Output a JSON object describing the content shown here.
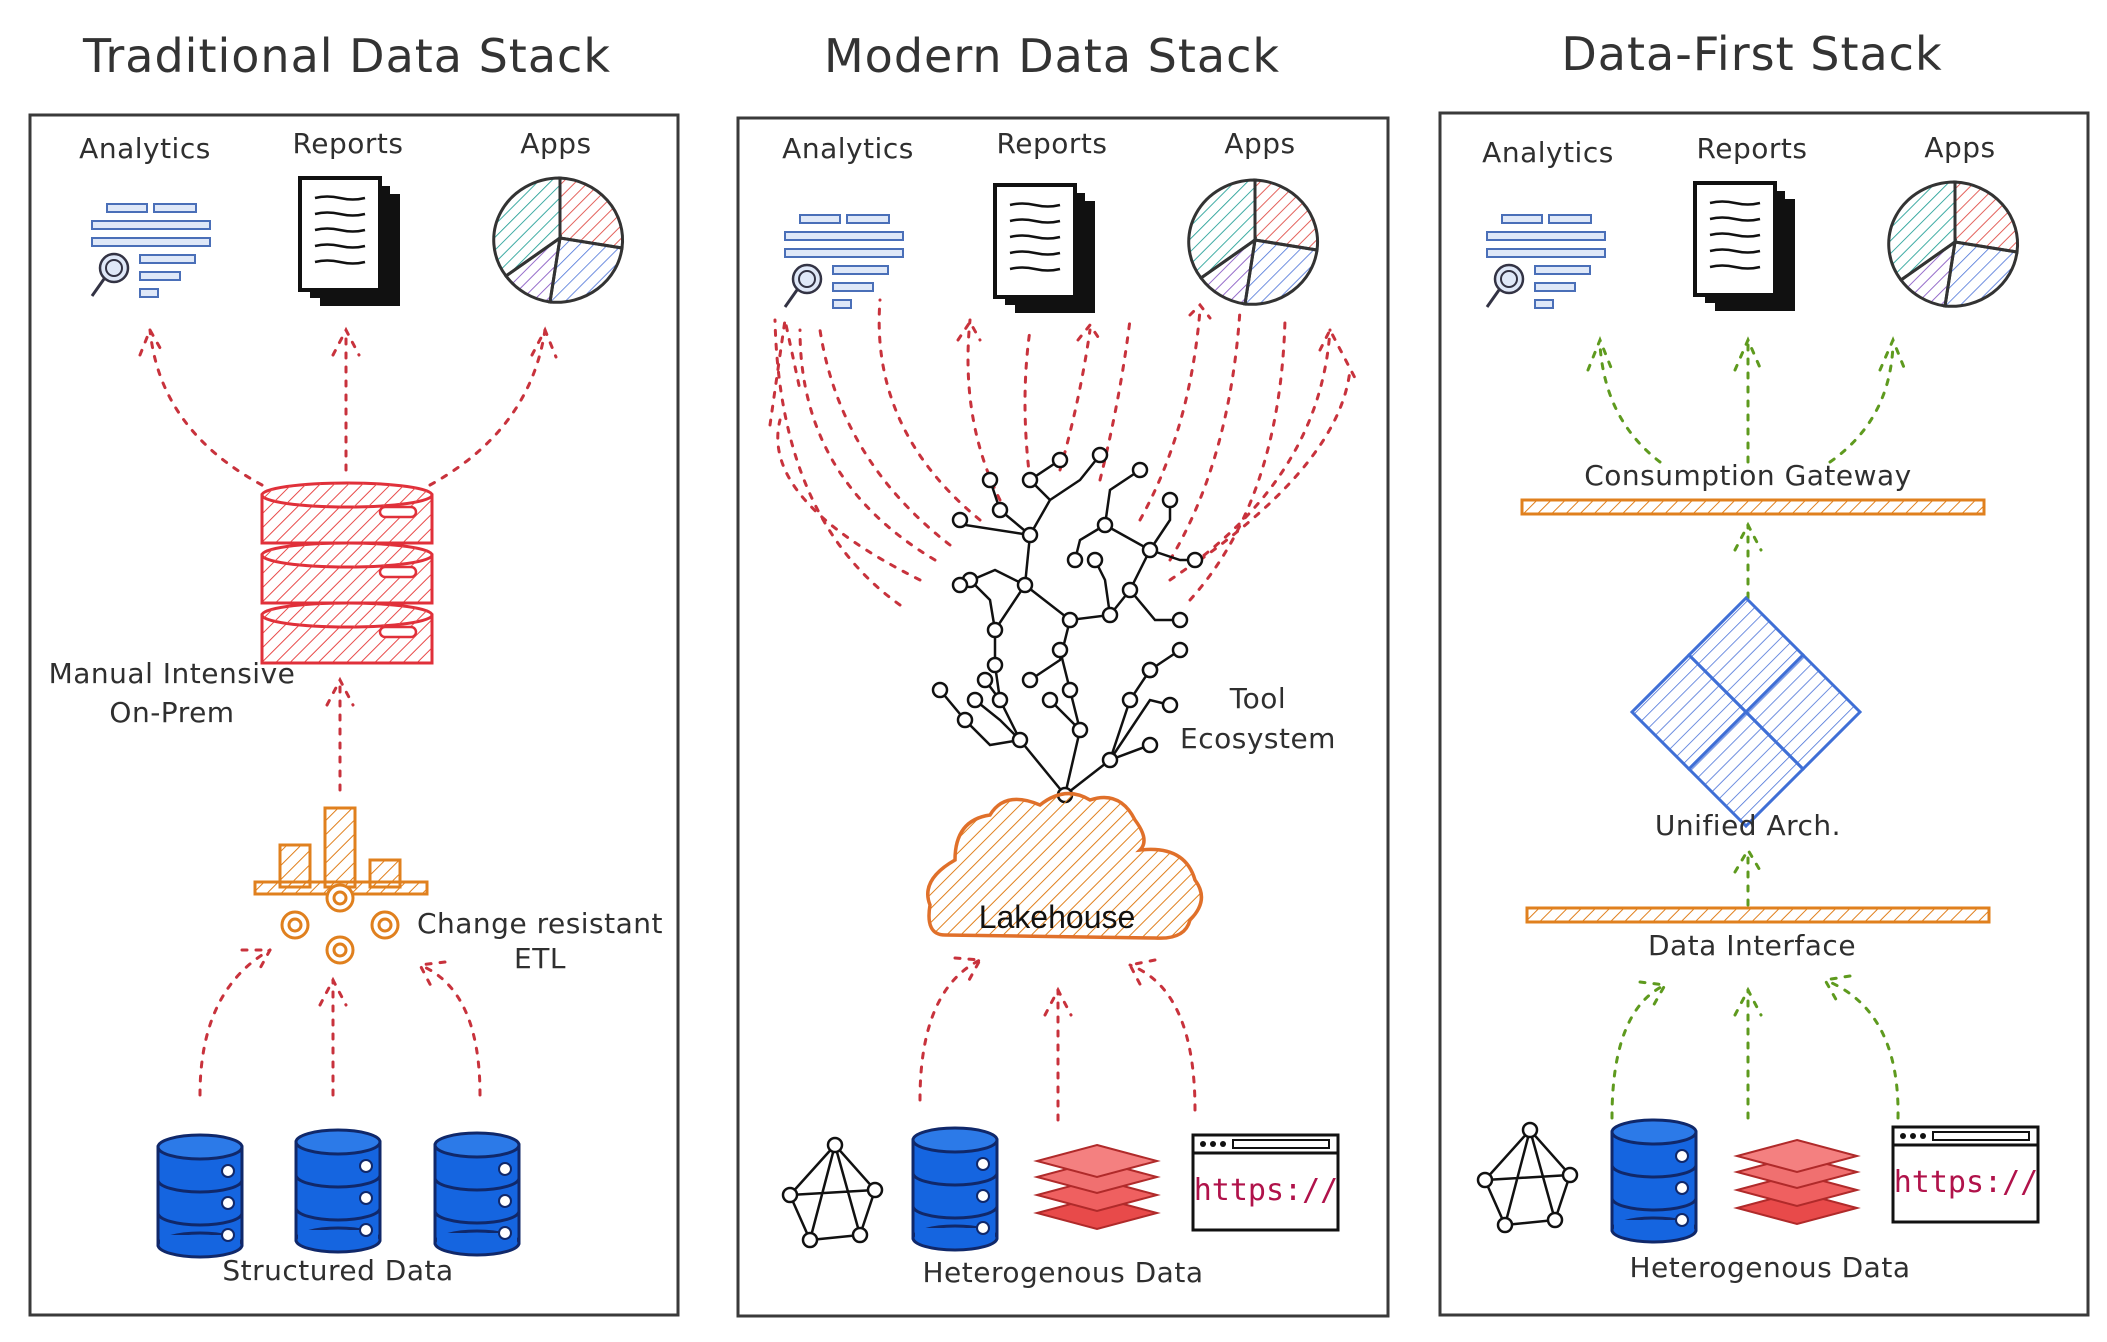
{
  "panels": [
    {
      "title": "Traditional Data Stack",
      "top": {
        "analytics": "Analytics",
        "reports": "Reports",
        "apps": "Apps"
      },
      "middle_label_1": "Manual Intensive",
      "middle_label_2": "On-Prem",
      "etl_label_1": "Change resistant",
      "etl_label_2": "ETL",
      "bottom_label": "Structured Data"
    },
    {
      "title": "Modern Data Stack",
      "top": {
        "analytics": "Analytics",
        "reports": "Reports",
        "apps": "Apps"
      },
      "tool_label_1": "Tool",
      "tool_label_2": "Ecosystem",
      "lakehouse_label": "Lakehouse",
      "url_text": "https://",
      "bottom_label": "Heterogenous Data"
    },
    {
      "title": "Data-First Stack",
      "top": {
        "analytics": "Analytics",
        "reports": "Reports",
        "apps": "Apps"
      },
      "gateway_label": "Consumption Gateway",
      "unified_label": "Unified Arch.",
      "interface_label": "Data Interface",
      "url_text": "https://",
      "bottom_label": "Heterogenous Data"
    }
  ],
  "colors": {
    "red_arrow": "#c8323c",
    "green_arrow": "#5e9a1e",
    "orange": "#e0801e",
    "db_blue": "#1565e0",
    "unified_blue": "#3f6fd6",
    "layers_red": "#e84a4a",
    "url_text": "#b0124a"
  }
}
